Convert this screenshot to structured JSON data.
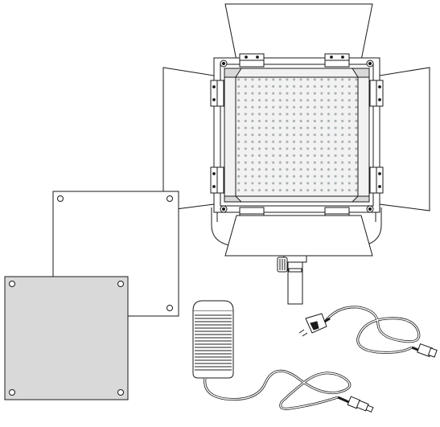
{
  "illustration": {
    "components": [
      {
        "id": "led-panel",
        "label": ""
      },
      {
        "id": "diffuser-white",
        "label": ""
      },
      {
        "id": "diffuser-gray",
        "label": ""
      },
      {
        "id": "power-adapter",
        "label": ""
      },
      {
        "id": "ac-power-cord",
        "label": ""
      }
    ]
  },
  "colors": {
    "stroke": "#1a1a1a",
    "panel_fill": "#f2f2f2",
    "led_dot": "#a9b0b4",
    "gray_filter": "#d9d9d9",
    "white_filter": "#ffffff",
    "adapter_coil": "#4a4a4a"
  }
}
